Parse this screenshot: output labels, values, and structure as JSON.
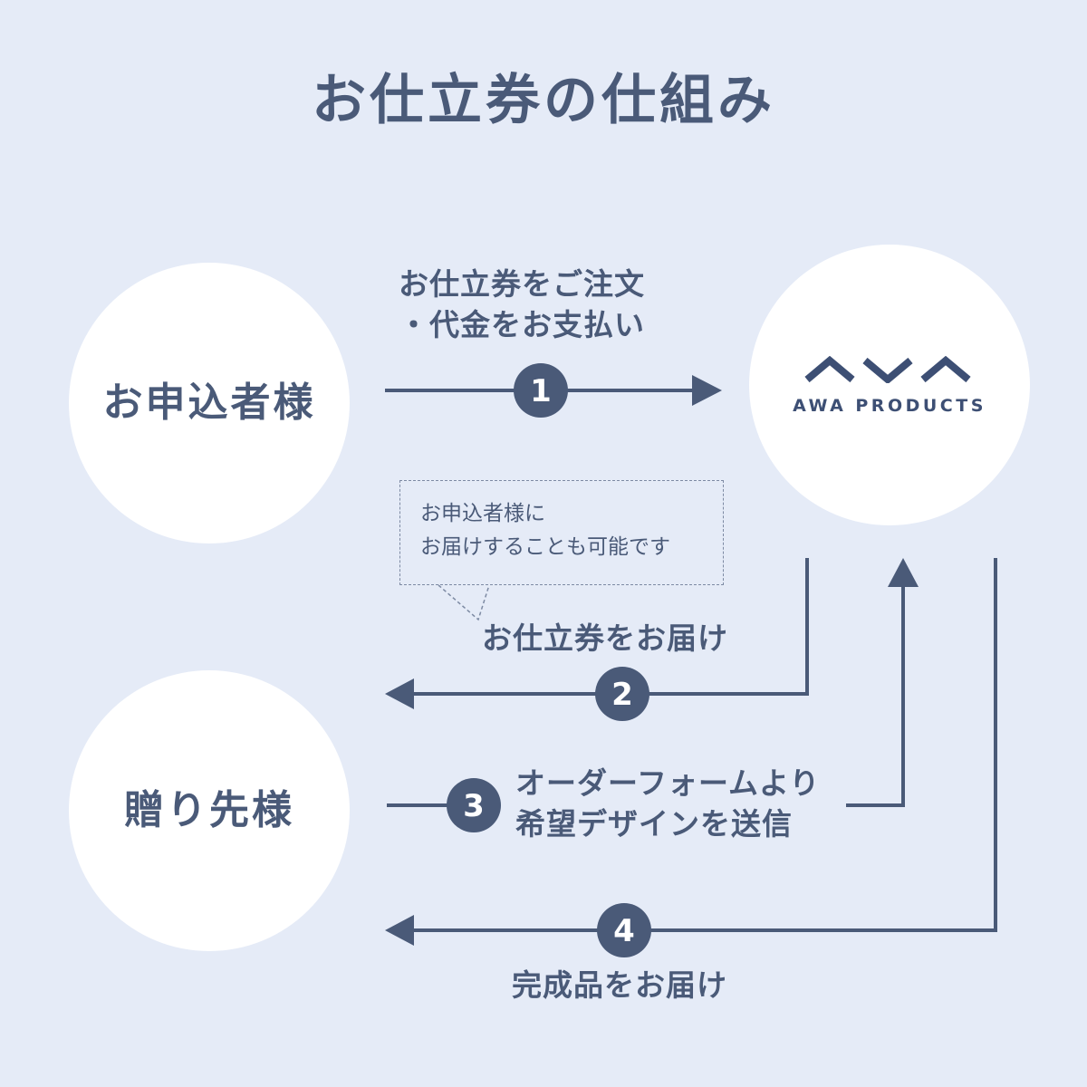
{
  "title": "お仕立券の仕組み",
  "nodes": {
    "applicant": "お申込者様",
    "recipient": "贈り先様",
    "company_logo_text": "AWA PRODUCTS"
  },
  "steps": [
    {
      "number": "1",
      "lines": [
        "お仕立券をご注文",
        "・代金をお支払い"
      ]
    },
    {
      "number": "2",
      "lines": [
        "お仕立券をお届け"
      ]
    },
    {
      "number": "3",
      "lines": [
        "オーダーフォームより",
        "希望デザインを送信"
      ]
    },
    {
      "number": "4",
      "lines": [
        "完成品をお届け"
      ]
    }
  ],
  "callout": {
    "lines": [
      "お申込者様に",
      "お届けすることも可能です"
    ]
  },
  "colors": {
    "background": "#e5ebf7",
    "accent": "#4a5a78",
    "node_fill": "#ffffff"
  }
}
